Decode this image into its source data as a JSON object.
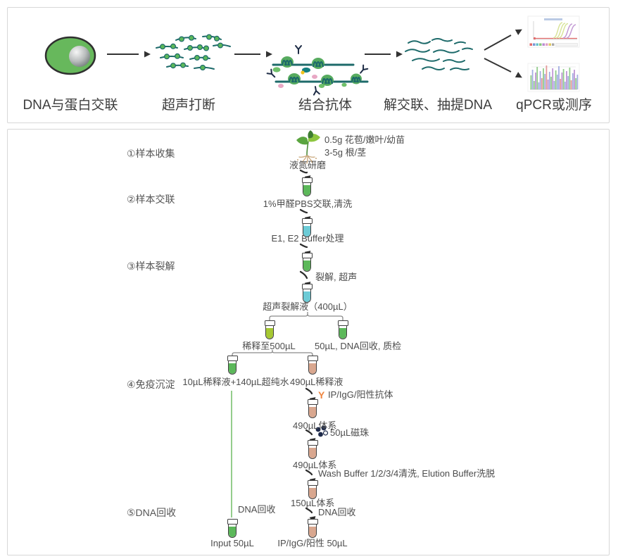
{
  "colors": {
    "teal": "#1d6a6a",
    "green": "#5cb85a",
    "cyan": "#6ccbd6",
    "olive": "#a6c832",
    "tan": "#d9a78f",
    "orange": "#ef8640",
    "navy": "#1e2a4a",
    "light_green_line": "#94cd8c",
    "arrow": "#2d2d2d"
  },
  "top_panel": {
    "steps": [
      {
        "label": "DNA与蛋白交联",
        "icon": "cell-icon"
      },
      {
        "label": "超声打断",
        "icon": "chromatin-fragments-icon"
      },
      {
        "label": "结合抗体",
        "icon": "chromatin-antibody-icon"
      },
      {
        "label": "解交联、抽提DNA",
        "icon": "dna-strands-icon"
      },
      {
        "label": "qPCR或测序",
        "icon": "qpcr-and-sequencing-thumbnails"
      }
    ]
  },
  "workflow": {
    "steps": {
      "s1": "①样本收集",
      "s2": "②样本交联",
      "s3": "③样本裂解",
      "s4": "④免疫沉淀",
      "s5": "⑤DNA回收"
    },
    "labels": {
      "sample_line1": "0.5g 花苞/嫩叶/幼苗",
      "sample_line2": "3-5g 根/茎",
      "grind": "液氮研磨",
      "crosslink": "1%甲醛PBS交联,清洗",
      "buffer_treat": "E1, E2 Buffer处理",
      "lysis_sonicate": "裂解, 超声",
      "lysate": "超声裂解液（400µL）",
      "dilute_500": "稀释至500µL",
      "qc_50": "50µL, DNA回收, 质检",
      "input_mix": "10µL稀释液+140µL超纯水",
      "ip_dilution_490": "490µL稀释液",
      "antibody_y": "Y",
      "antibody": "IP/IgG/阳性抗体",
      "system_490_a": "490µL体系",
      "beads_50": "50µL磁珠",
      "system_490_b": "490µL体系",
      "wash_elute": "Wash Buffer 1/2/3/4清洗, Elution Buffer洗脱",
      "system_150": "150µL体系",
      "dna_recover_right": "DNA回收",
      "dna_recover_left": "DNA回收",
      "input_50": "Input 50µL",
      "ip_result": "IP/IgG/阳性 50µL"
    }
  }
}
